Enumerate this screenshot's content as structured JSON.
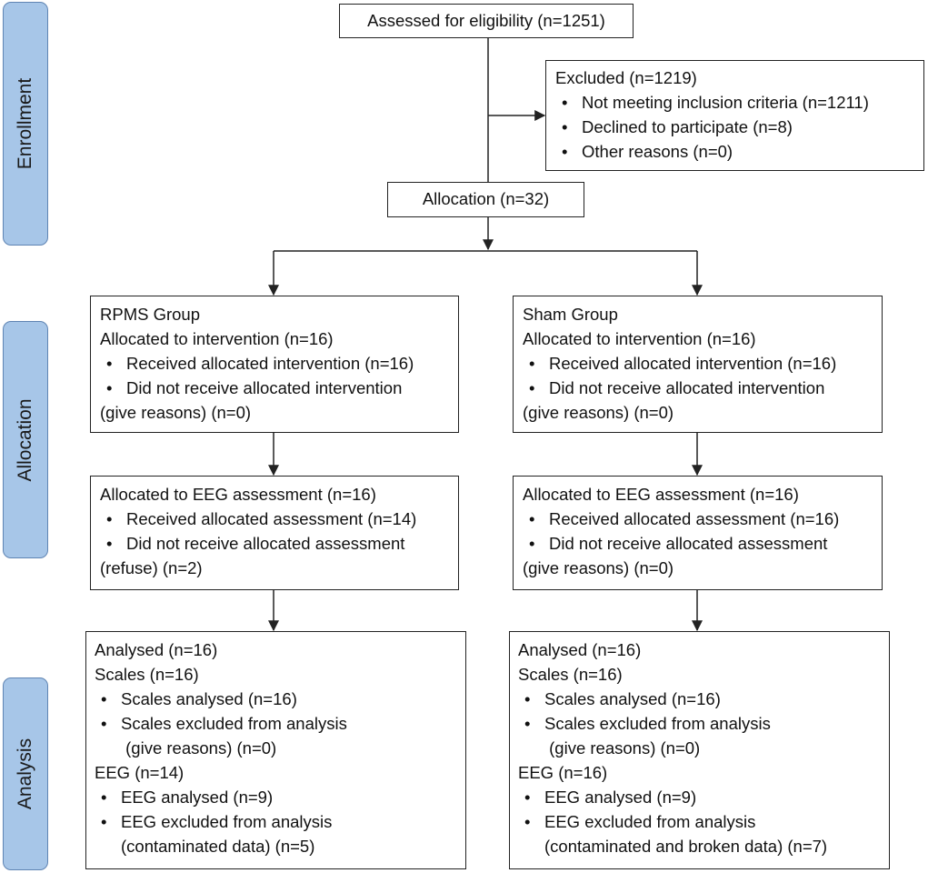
{
  "stages": {
    "enrollment": "Enrollment",
    "allocation": "Allocation",
    "analysis": "Analysis"
  },
  "assessed": "Assessed for eligibility (n=1251)",
  "excluded": {
    "title": "Excluded (n=1219)",
    "items": [
      "Not meeting inclusion criteria (n=1211)",
      "Declined to participate (n=8)",
      "Other reasons (n=0)"
    ]
  },
  "allocation": "Allocation (n=32)",
  "rpms": {
    "intervention": {
      "group": "RPMS  Group",
      "allocated": "Allocated to intervention (n=16)",
      "received": "Received allocated intervention (n=16)",
      "not_received": "Did not receive allocated intervention",
      "reason": "(give reasons) (n=0)"
    },
    "eeg": {
      "allocated": "Allocated to EEG assessment (n=16)",
      "received": "Received allocated assessment (n=14)",
      "not_received": "Did not receive allocated assessment",
      "reason": "(refuse) (n=2)"
    },
    "analysis": {
      "analysed": "Analysed (n=16)",
      "scales": "Scales (n=16)",
      "scales_analysed": "Scales analysed (n=16)",
      "scales_excluded": "Scales excluded from analysis",
      "scales_reason": " (give reasons) (n=0)",
      "eeg": "EEG (n=14)",
      "eeg_analysed": "EEG analysed (n=9)",
      "eeg_excluded": "EEG excluded from analysis",
      "eeg_reason": "(contaminated data) (n=5)"
    }
  },
  "sham": {
    "intervention": {
      "group": "Sham Group",
      "allocated": "Allocated to intervention (n=16)",
      "received": "Received allocated intervention (n=16)",
      "not_received": "Did not receive allocated intervention",
      "reason": "(give reasons) (n=0)"
    },
    "eeg": {
      "allocated": "Allocated to EEG assessment (n=16)",
      "received": "Received allocated assessment (n=16)",
      "not_received": "Did not receive allocated assessment",
      "reason": "(give reasons) (n=0)"
    },
    "analysis": {
      "analysed": "Analysed (n=16)",
      "scales": "Scales (n=16)",
      "scales_analysed": "Scales analysed (n=16)",
      "scales_excluded": "Scales excluded from analysis",
      "scales_reason": " (give reasons) (n=0)",
      "eeg": "EEG (n=16)",
      "eeg_analysed": "EEG analysed (n=9)",
      "eeg_excluded": "EEG excluded from analysis",
      "eeg_reason": "(contaminated and broken data) (n=7)"
    }
  },
  "colors": {
    "stage_fill": "#a7c6e8",
    "stage_border": "#5f84b3",
    "line": "#222222"
  }
}
